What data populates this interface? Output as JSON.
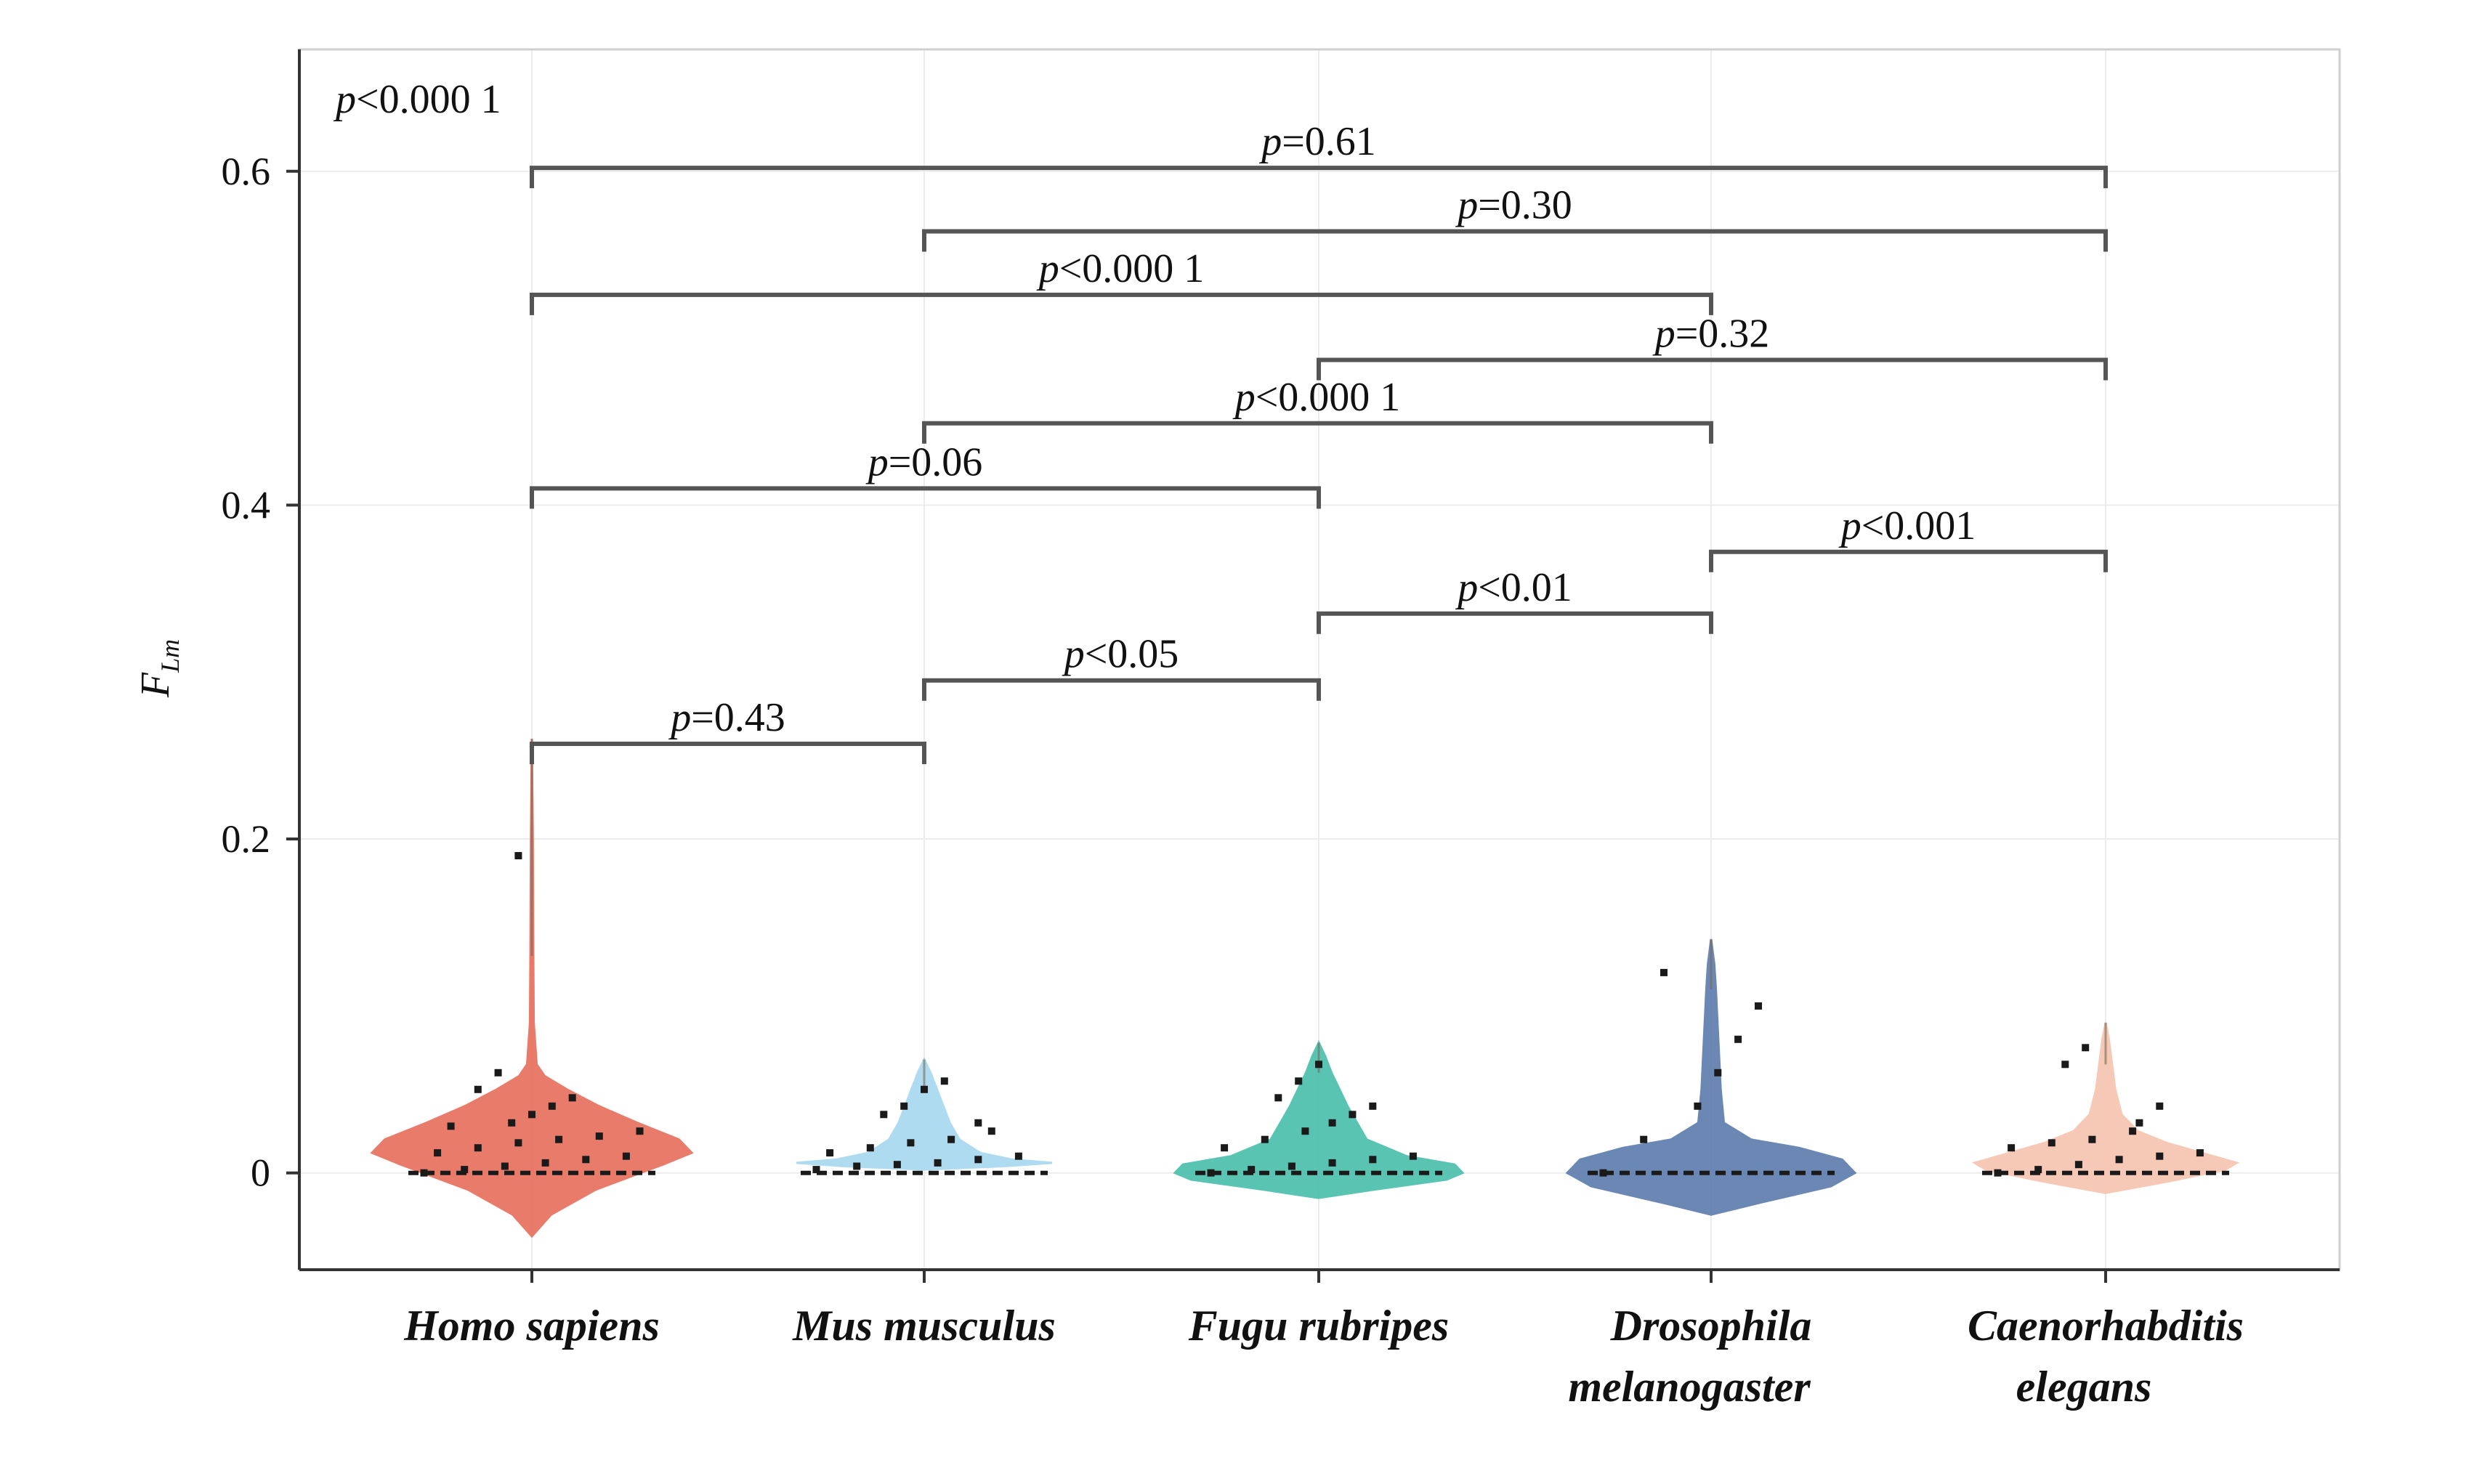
{
  "chart_data": {
    "type": "violin",
    "title": "",
    "xlabel": "",
    "ylabel": "F",
    "ylabel_sub": "Lm",
    "ylim": [
      -0.058,
      0.673
    ],
    "yticks": [
      {
        "value": 0,
        "label": "0"
      },
      {
        "value": 0.2,
        "label": "0.2"
      },
      {
        "value": 0.4,
        "label": "0.4"
      },
      {
        "value": 0.6,
        "label": "0.6"
      }
    ],
    "grid": true,
    "corner_annotation": {
      "prefix": "p",
      "text": "<0.000 1"
    },
    "categories": [
      {
        "lines": [
          "Homo sapiens"
        ],
        "color": "#e8705e"
      },
      {
        "lines": [
          "Mus musculus"
        ],
        "color": "#a9d9ef"
      },
      {
        "lines": [
          "Fugu rubripes"
        ],
        "color": "#4dbfad"
      },
      {
        "lines": [
          "Drosophila",
          "melanogaster"
        ],
        "color": "#5f7dad"
      },
      {
        "lines": [
          "Caenorhabditis",
          "elegans"
        ],
        "color": "#f6c4b0"
      }
    ],
    "violins": [
      {
        "min": -0.038,
        "max": 0.26,
        "profile": [
          [
            -0.038,
            0
          ],
          [
            -0.025,
            0.12
          ],
          [
            -0.01,
            0.4
          ],
          [
            0.005,
            0.82
          ],
          [
            0.012,
            1.0
          ],
          [
            0.02,
            0.92
          ],
          [
            0.03,
            0.66
          ],
          [
            0.04,
            0.42
          ],
          [
            0.05,
            0.22
          ],
          [
            0.058,
            0.08
          ],
          [
            0.065,
            0.03
          ],
          [
            0.09,
            0.012
          ],
          [
            0.13,
            0.009
          ],
          [
            0.2,
            0.006
          ],
          [
            0.26,
            0
          ]
        ],
        "points": [
          [
            0,
            0
          ],
          [
            0,
            0.002
          ],
          [
            0,
            0.004
          ],
          [
            0,
            0.006
          ],
          [
            0,
            0.008
          ],
          [
            0,
            0.01
          ],
          [
            0,
            0.012
          ],
          [
            0,
            0.015
          ],
          [
            0,
            0.018
          ],
          [
            0,
            0.02
          ],
          [
            0,
            0.022
          ],
          [
            0,
            0.025
          ],
          [
            0,
            0.028
          ],
          [
            0,
            0.03
          ],
          [
            0,
            0.035
          ],
          [
            0,
            0.04
          ],
          [
            0,
            0.045
          ],
          [
            0,
            0.05
          ],
          [
            0,
            0.06
          ],
          [
            0,
            0.19
          ]
        ]
      },
      {
        "min": 0.002,
        "max": 0.068,
        "profile": [
          [
            0.002,
            0
          ],
          [
            0.004,
            0.5
          ],
          [
            0.006,
            0.8
          ],
          [
            0.008,
            0.55
          ],
          [
            0.012,
            0.35
          ],
          [
            0.02,
            0.22
          ],
          [
            0.03,
            0.16
          ],
          [
            0.04,
            0.12
          ],
          [
            0.05,
            0.08
          ],
          [
            0.06,
            0.04
          ],
          [
            0.068,
            0
          ]
        ],
        "points": [
          [
            0,
            0.002
          ],
          [
            0,
            0.004
          ],
          [
            0,
            0.005
          ],
          [
            0,
            0.006
          ],
          [
            0,
            0.008
          ],
          [
            0,
            0.01
          ],
          [
            0,
            0.012
          ],
          [
            0,
            0.015
          ],
          [
            0,
            0.018
          ],
          [
            0,
            0.02
          ],
          [
            0,
            0.025
          ],
          [
            0,
            0.03
          ],
          [
            0,
            0.035
          ],
          [
            0,
            0.04
          ],
          [
            0,
            0.05
          ],
          [
            0,
            0.055
          ]
        ]
      },
      {
        "min": -0.015,
        "max": 0.078,
        "profile": [
          [
            -0.015,
            0
          ],
          [
            -0.01,
            0.35
          ],
          [
            -0.004,
            0.8
          ],
          [
            0,
            0.9
          ],
          [
            0.005,
            0.85
          ],
          [
            0.01,
            0.55
          ],
          [
            0.02,
            0.3
          ],
          [
            0.03,
            0.24
          ],
          [
            0.04,
            0.18
          ],
          [
            0.05,
            0.13
          ],
          [
            0.06,
            0.08
          ],
          [
            0.07,
            0.04
          ],
          [
            0.078,
            0
          ]
        ],
        "points": [
          [
            0,
            0
          ],
          [
            0,
            0.002
          ],
          [
            0,
            0.004
          ],
          [
            0,
            0.006
          ],
          [
            0,
            0.008
          ],
          [
            0,
            0.01
          ],
          [
            0,
            0.015
          ],
          [
            0,
            0.02
          ],
          [
            0,
            0.025
          ],
          [
            0,
            0.03
          ],
          [
            0,
            0.035
          ],
          [
            0,
            0.04
          ],
          [
            0,
            0.045
          ],
          [
            0,
            0.055
          ],
          [
            0,
            0.065
          ]
        ]
      },
      {
        "min": -0.025,
        "max": 0.14,
        "profile": [
          [
            -0.025,
            0
          ],
          [
            -0.018,
            0.3
          ],
          [
            -0.008,
            0.75
          ],
          [
            0,
            0.9
          ],
          [
            0.008,
            0.82
          ],
          [
            0.015,
            0.55
          ],
          [
            0.02,
            0.25
          ],
          [
            0.03,
            0.08
          ],
          [
            0.05,
            0.06
          ],
          [
            0.07,
            0.05
          ],
          [
            0.09,
            0.04
          ],
          [
            0.11,
            0.03
          ],
          [
            0.125,
            0.02
          ],
          [
            0.14,
            0
          ]
        ],
        "points": [
          [
            0,
            0
          ],
          [
            0,
            0.02
          ],
          [
            0,
            0.04
          ],
          [
            0,
            0.06
          ],
          [
            0,
            0.08
          ],
          [
            0,
            0.1
          ],
          [
            0,
            0.12
          ]
        ]
      },
      {
        "min": -0.012,
        "max": 0.09,
        "profile": [
          [
            -0.012,
            0
          ],
          [
            -0.005,
            0.4
          ],
          [
            0.002,
            0.75
          ],
          [
            0.006,
            0.82
          ],
          [
            0.012,
            0.6
          ],
          [
            0.018,
            0.38
          ],
          [
            0.025,
            0.2
          ],
          [
            0.035,
            0.1
          ],
          [
            0.05,
            0.06
          ],
          [
            0.065,
            0.04
          ],
          [
            0.08,
            0.02
          ],
          [
            0.09,
            0
          ]
        ],
        "points": [
          [
            0,
            0
          ],
          [
            0,
            0.002
          ],
          [
            0,
            0.005
          ],
          [
            0,
            0.008
          ],
          [
            0,
            0.01
          ],
          [
            0,
            0.012
          ],
          [
            0,
            0.015
          ],
          [
            0,
            0.018
          ],
          [
            0,
            0.02
          ],
          [
            0,
            0.025
          ],
          [
            0,
            0.03
          ],
          [
            0,
            0.04
          ],
          [
            0,
            0.065
          ],
          [
            0,
            0.075
          ]
        ]
      }
    ],
    "comparisons": [
      {
        "from": 0,
        "to": 1,
        "y": 0.257,
        "prefix": "p",
        "text": "=0.43"
      },
      {
        "from": 1,
        "to": 2,
        "y": 0.295,
        "prefix": "p",
        "text": "<0.05"
      },
      {
        "from": 2,
        "to": 3,
        "y": 0.335,
        "prefix": "p",
        "text": "<0.01"
      },
      {
        "from": 3,
        "to": 4,
        "y": 0.372,
        "prefix": "p",
        "text": "<0.001"
      },
      {
        "from": 0,
        "to": 2,
        "y": 0.41,
        "prefix": "p",
        "text": "=0.06"
      },
      {
        "from": 1,
        "to": 3,
        "y": 0.449,
        "prefix": "p",
        "text": "<0.000 1"
      },
      {
        "from": 2,
        "to": 4,
        "y": 0.487,
        "prefix": "p",
        "text": "=0.32"
      },
      {
        "from": 0,
        "to": 3,
        "y": 0.526,
        "prefix": "p",
        "text": "<0.000 1"
      },
      {
        "from": 1,
        "to": 4,
        "y": 0.564,
        "prefix": "p",
        "text": "=0.30"
      },
      {
        "from": 0,
        "to": 4,
        "y": 0.602,
        "prefix": "p",
        "text": "=0.61"
      }
    ]
  }
}
